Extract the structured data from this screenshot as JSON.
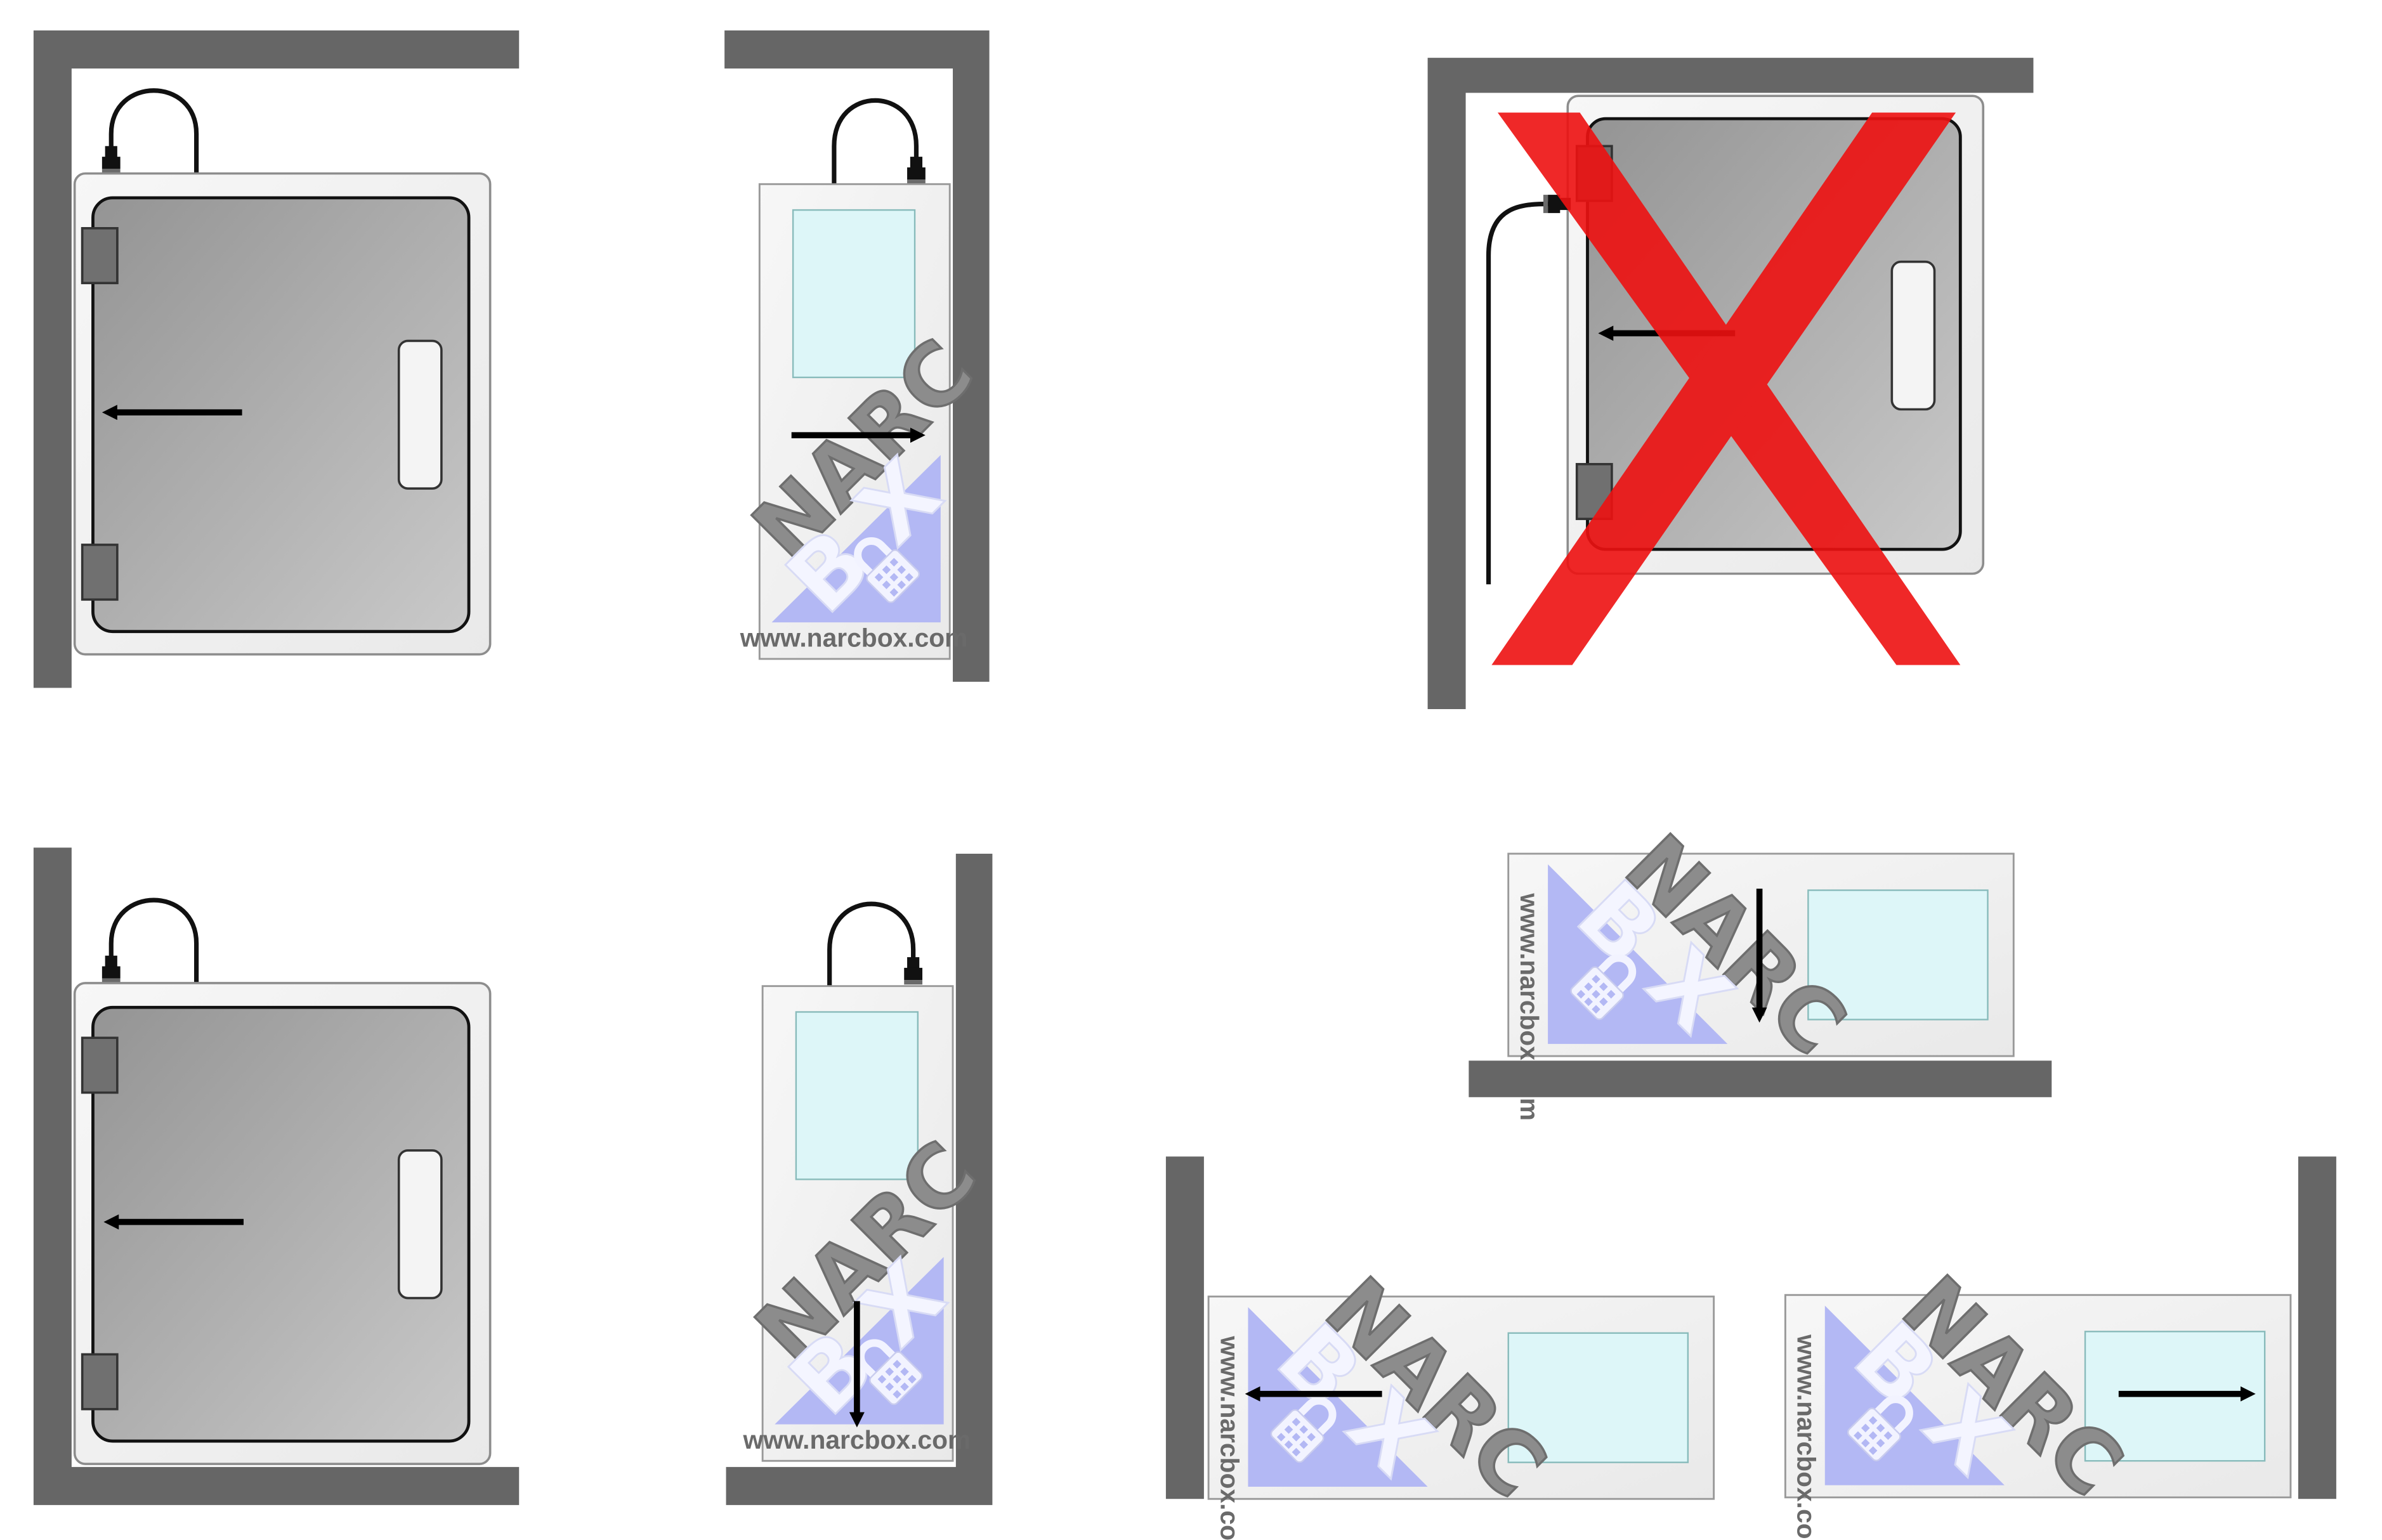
{
  "brand": {
    "name_top": "NARC",
    "name_bottom_left": "B",
    "name_bottom_right": "X",
    "url": "www.narcbox.com"
  },
  "colors": {
    "wall": "#666666",
    "door_gradient_start": "#999999",
    "door_gradient_end": "#c6c6c6",
    "case": "#ececec",
    "window": "#ddf5f7",
    "logo_triangle": "#b3b8f4",
    "prohibited": "#ee1111",
    "arrow": "#000000"
  },
  "icons": [
    "arrow-icon",
    "cable-icon",
    "hinge-icon",
    "handle-icon",
    "padlock-icon",
    "prohibited-x-icon",
    "logo-icon"
  ],
  "scenes": [
    {
      "id": "left-door-cabinet-top",
      "valid": true
    },
    {
      "id": "narrow-unit-right-wall-top",
      "valid": true
    },
    {
      "id": "cabinet-wall-mount-cable-side-invalid",
      "valid": false
    },
    {
      "id": "left-door-cabinet-bottom",
      "valid": true
    },
    {
      "id": "narrow-unit-bottom-corner",
      "valid": true
    },
    {
      "id": "landscape-unit-shelf",
      "valid": true
    },
    {
      "id": "landscape-unit-left-wall",
      "valid": true
    },
    {
      "id": "landscape-unit-right-wall",
      "valid": true
    }
  ]
}
